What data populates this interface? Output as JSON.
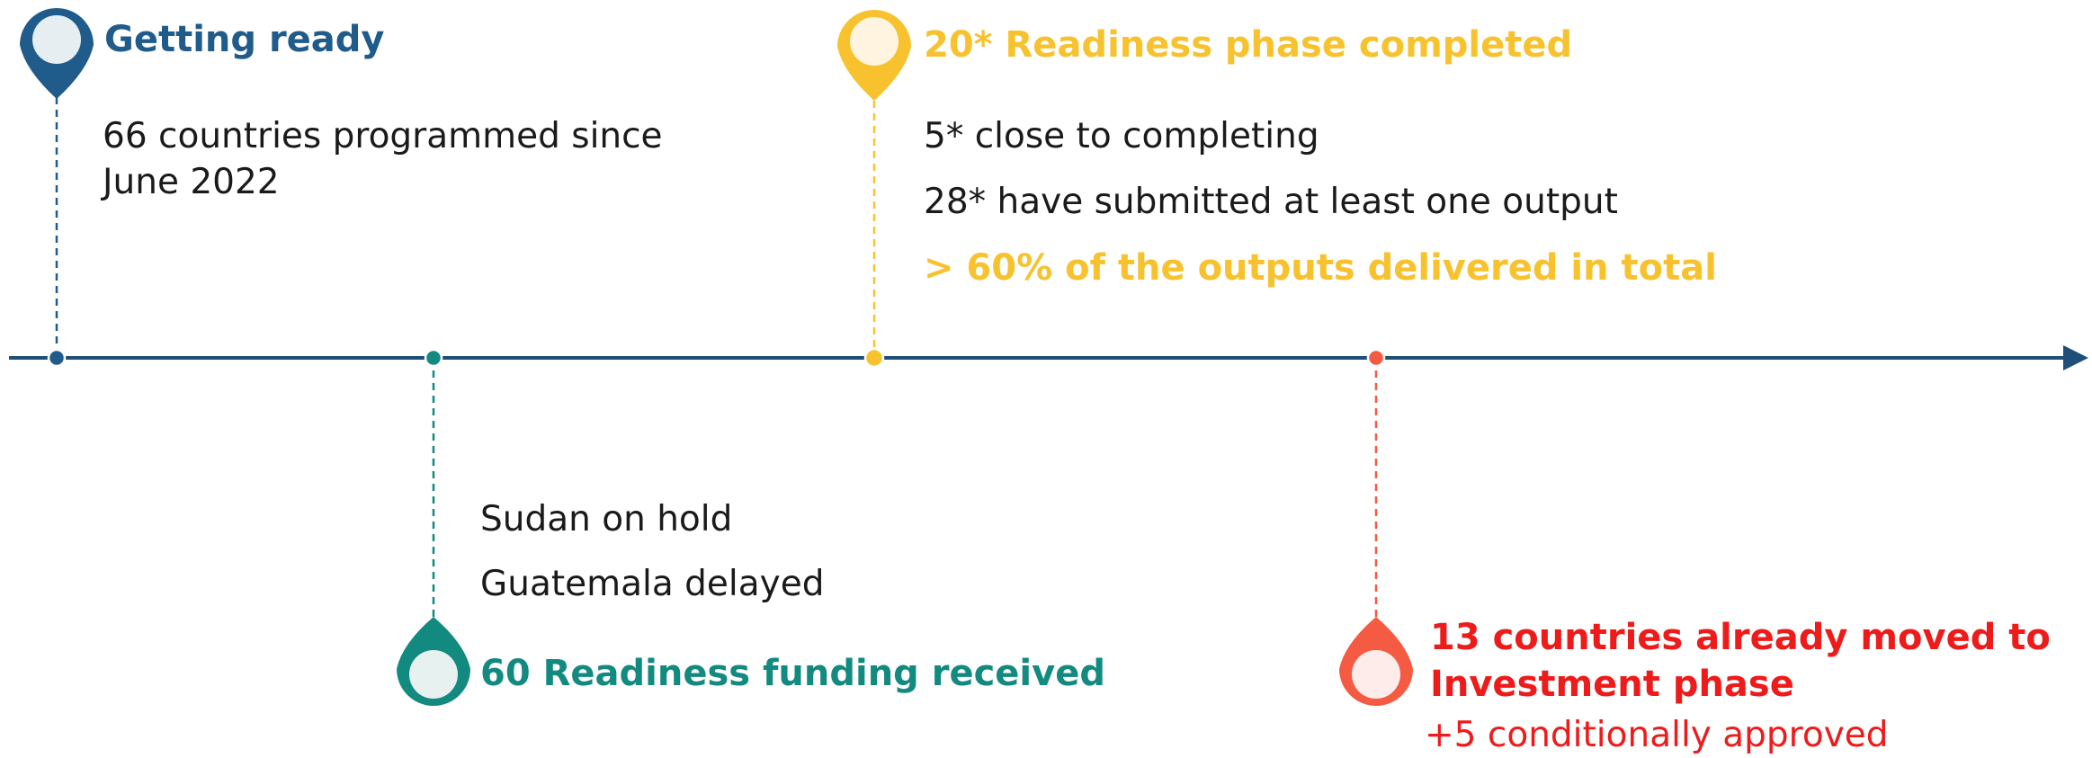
{
  "colors": {
    "axis": "#1f4e79",
    "stage1": "#1f5c8b",
    "stage2": "#128a80",
    "stage3": "#f7c22e",
    "stage4": "#f55a42",
    "stage4_text": "#ee1b1b",
    "pin_fill": "#e6eef2",
    "body_text": "#1a1a1a"
  },
  "milestones": [
    {
      "id": "getting-ready",
      "icon": "map-pin-icon",
      "heading": "Getting ready",
      "body": [
        "66 countries programmed since June 2022"
      ]
    },
    {
      "id": "funding-received",
      "icon": "map-pin-icon",
      "heading": "60 Readiness funding received",
      "body": [
        "Sudan on hold",
        "Guatemala delayed"
      ]
    },
    {
      "id": "readiness-completed",
      "icon": "map-pin-icon",
      "heading": "20* Readiness phase completed",
      "body": [
        "5* close to completing",
        "28* have submitted at least one output"
      ],
      "highlight": "> 60% of the outputs delivered in total"
    },
    {
      "id": "investment-phase",
      "icon": "map-pin-icon",
      "heading": "13 countries already moved to Investment phase",
      "sub": "+5 conditionally approved"
    }
  ]
}
